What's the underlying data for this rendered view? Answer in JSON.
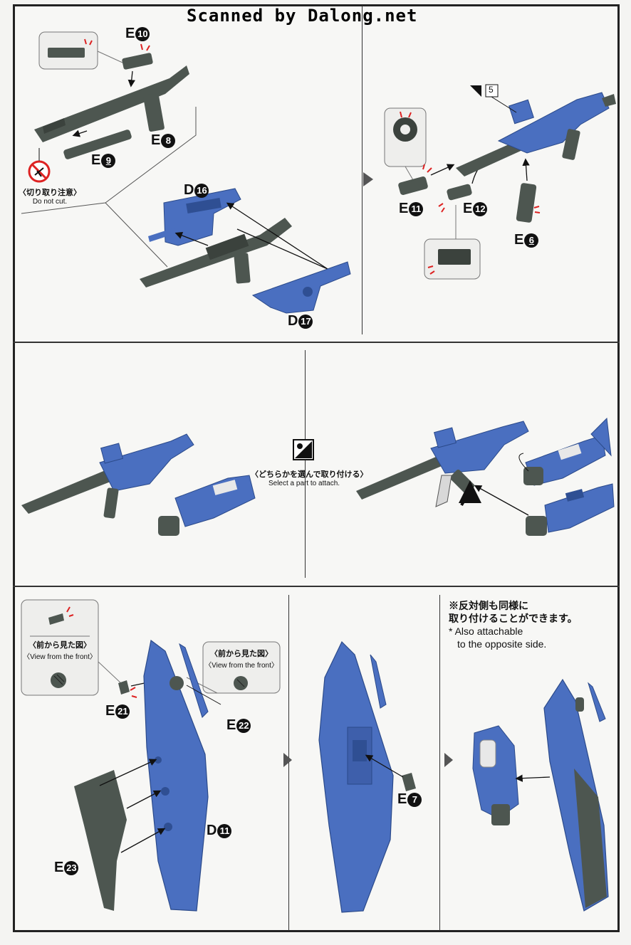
{
  "header": {
    "scan_credit": "Scanned by Dalong.net"
  },
  "step1": {
    "parts": {
      "e10": {
        "letter": "E",
        "num": "10"
      },
      "e8": {
        "letter": "E",
        "num": "8"
      },
      "e9": {
        "letter": "E",
        "num": "9"
      },
      "d16": {
        "letter": "D",
        "num": "16"
      },
      "d17": {
        "letter": "D",
        "num": "17"
      }
    },
    "do_not_cut": {
      "ja": "〈切り取り注意〉",
      "en": "Do not cut."
    }
  },
  "step2": {
    "parts": {
      "e11": {
        "letter": "E",
        "num": "11"
      },
      "e12": {
        "letter": "E",
        "num": "12"
      },
      "e6": {
        "letter": "E",
        "num": "6"
      }
    },
    "sticker_number": "5"
  },
  "step3": {
    "select_note": {
      "ja": "〈どちらかを選んで取り付ける〉",
      "en": "Select a part to attach."
    }
  },
  "step4": {
    "view_front_1": {
      "ja": "〈前から見た図〉",
      "en": "〈View from the front〉"
    },
    "view_front_2": {
      "ja": "〈前から見た図〉",
      "en": "〈View from the front〉"
    },
    "parts": {
      "e21": {
        "letter": "E",
        "num": "21"
      },
      "e22": {
        "letter": "E",
        "num": "22"
      },
      "d11": {
        "letter": "D",
        "num": "11"
      },
      "e23": {
        "letter": "E",
        "num": "23"
      },
      "e7": {
        "letter": "E",
        "num": "7"
      }
    },
    "opposite_note": {
      "ja_line1": "※反対側も同様に",
      "ja_line2": "取り付けることができます。",
      "en_line1": "* Also attachable",
      "en_line2": "to the opposite side."
    }
  },
  "colors": {
    "blue": "#4a6fc0",
    "grey": "#4d5650",
    "frame": "#222222"
  }
}
